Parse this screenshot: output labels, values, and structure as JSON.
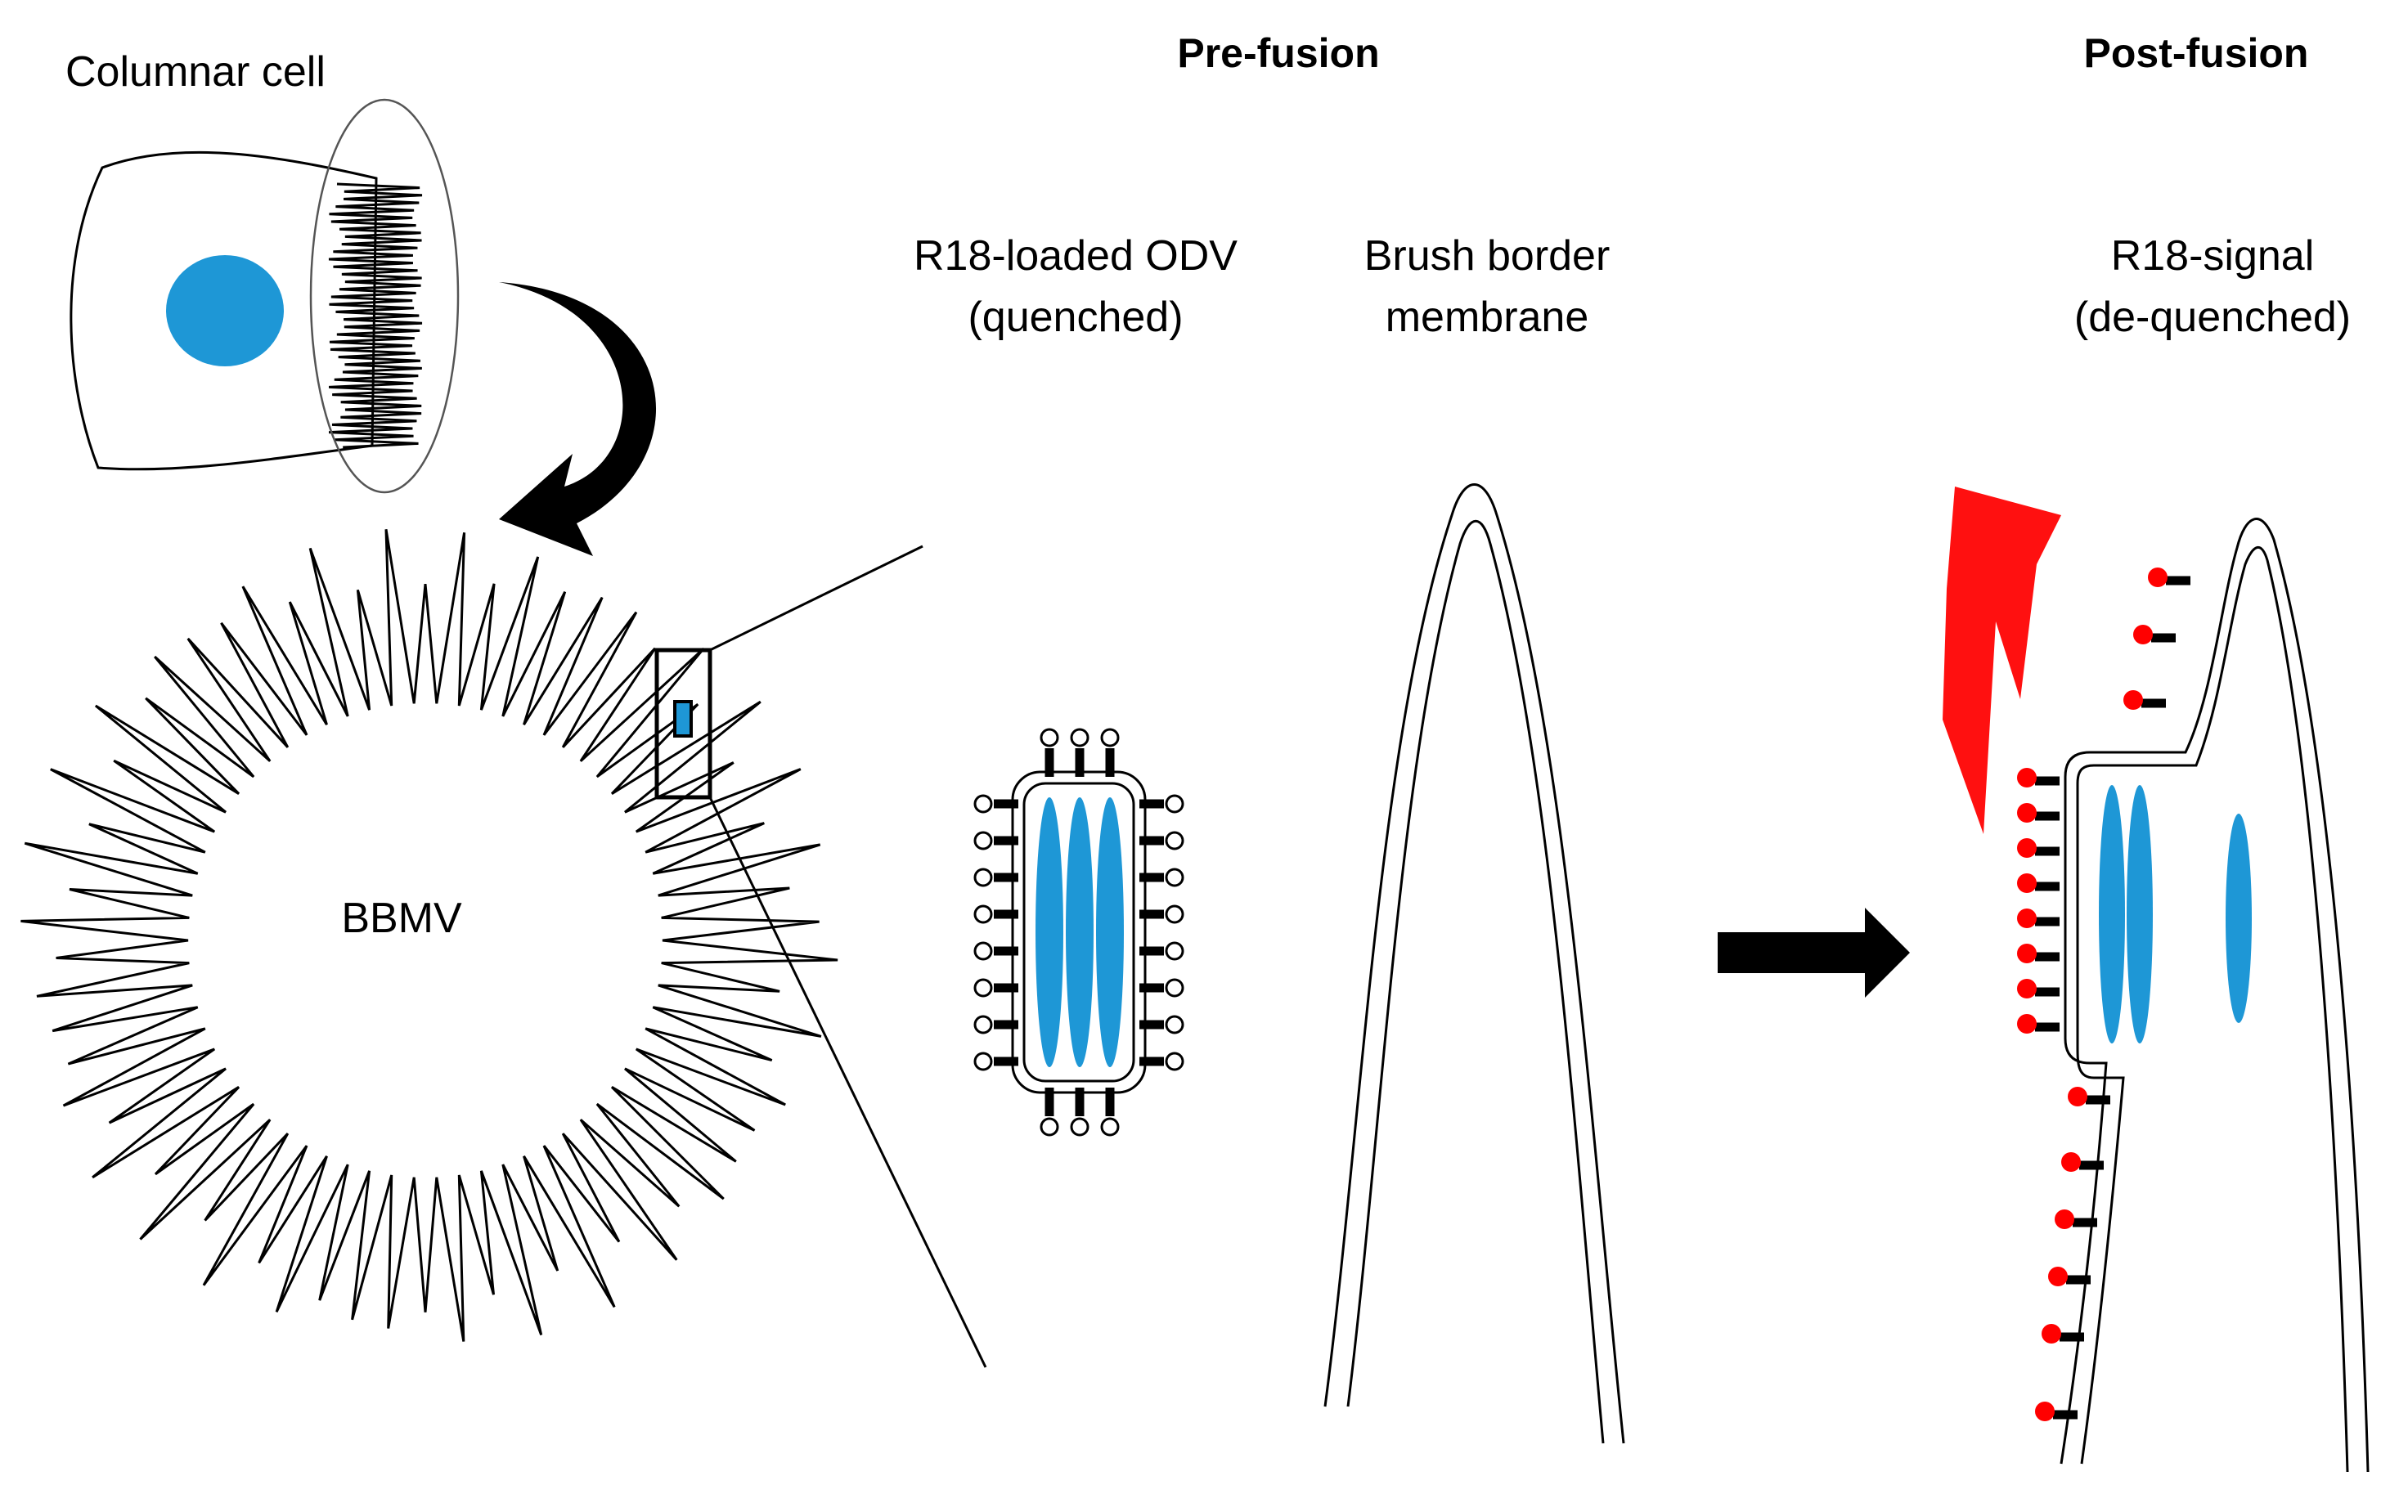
{
  "labels": {
    "columnar_cell": "Columnar cell",
    "bbmv": "BBMV",
    "pre_fusion": "Pre-fusion",
    "post_fusion": "Post-fusion",
    "odv_line1": "R18-loaded ODV",
    "odv_line2": "(quenched)",
    "membrane_line1": "Brush border",
    "membrane_line2": "membrane",
    "signal_line1": "R18-signal",
    "signal_line2": "(de-quenched)"
  },
  "colors": {
    "nucleus": "#1e97d6",
    "capsid": "#1e97d6",
    "fluorescence": "#ff0000",
    "outline": "#000000"
  },
  "icons": {
    "transition_arrow": "curved-arrow",
    "process_arrow": "right-arrow",
    "signal": "lightning-bolt"
  }
}
